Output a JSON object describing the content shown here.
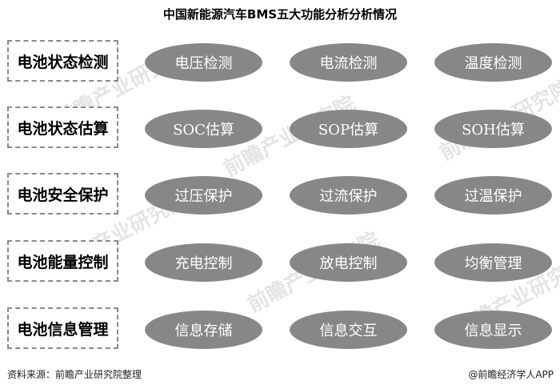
{
  "title": "中国新能源汽车BMS五大功能分析分析情况",
  "watermark": "前瞻产业研究院",
  "rows": [
    {
      "label": "电池状态检测",
      "items": [
        "电压检测",
        "电流检测",
        "温度检测"
      ]
    },
    {
      "label": "电池状态估算",
      "items": [
        "SOC估算",
        "SOP估算",
        "SOH估算"
      ]
    },
    {
      "label": "电池安全保护",
      "items": [
        "过压保护",
        "过流保护",
        "过温保护"
      ]
    },
    {
      "label": "电池能量控制",
      "items": [
        "充电控制",
        "放电控制",
        "均衡管理"
      ]
    },
    {
      "label": "电池信息管理",
      "items": [
        "信息存储",
        "信息交互",
        "信息显示"
      ]
    }
  ],
  "footer": {
    "source": "资料来源：前瞻产业研究院整理",
    "credit": "@前瞻经济学人APP"
  },
  "colors": {
    "pill": "#878787",
    "border": "#8a8a8a"
  }
}
